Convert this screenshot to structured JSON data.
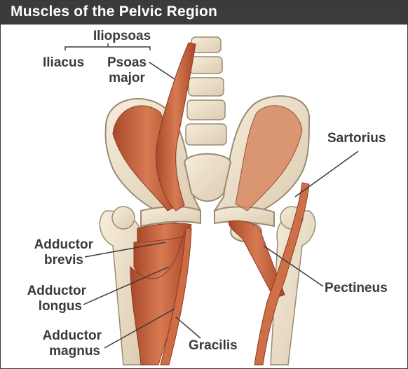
{
  "title": "Muscles of the Pelvic Region",
  "labels": {
    "iliopsoas": "Iliopsoas",
    "iliacus": "Iliacus",
    "psoas_major_1": "Psoas",
    "psoas_major_2": "major",
    "sartorius": "Sartorius",
    "adductor_brevis_1": "Adductor",
    "adductor_brevis_2": "brevis",
    "adductor_longus_1": "Adductor",
    "adductor_longus_2": "longus",
    "adductor_magnus_1": "Adductor",
    "adductor_magnus_2": "magnus",
    "pectineus": "Pectineus",
    "gracilis": "Gracilis"
  },
  "colors": {
    "title_bg": "#3b3b3b",
    "muscle": "#c8633e",
    "bone": "#efe4cf",
    "label": "#3a3a3a"
  }
}
